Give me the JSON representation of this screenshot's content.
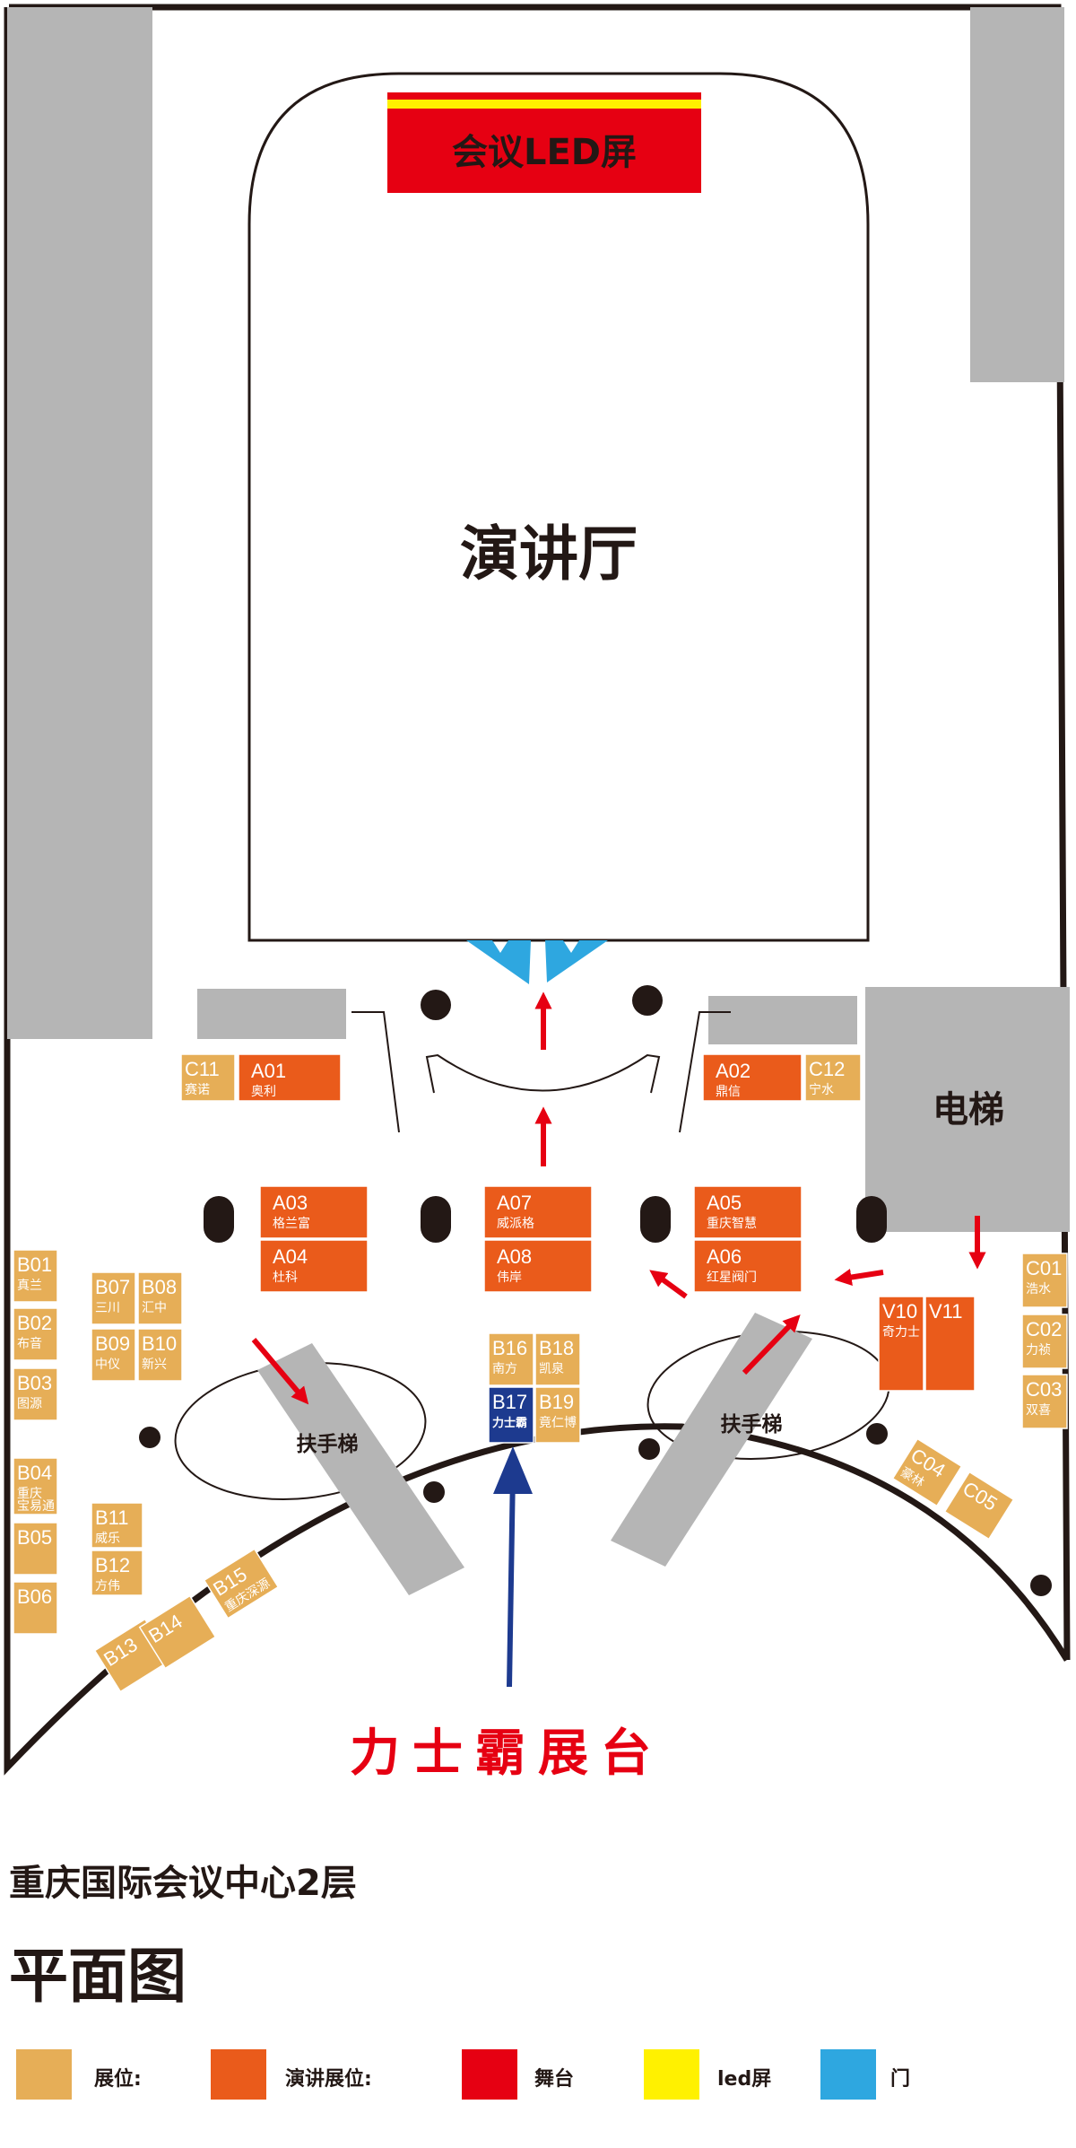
{
  "stage_led": "会议LED屏",
  "hall_label": "演讲厅",
  "elevator_label": "电梯",
  "escalator_left": "扶手梯",
  "escalator_right": "扶手梯",
  "callout": "力士霸展台",
  "venue_title": "重庆国际会议中心2层",
  "plan_title": "平面图",
  "colors": {
    "booth": "#E6AE57",
    "speech_booth": "#EA5B1B",
    "stage": "#E60012",
    "led": "#FFF100",
    "door": "#2EA7E0",
    "highlight_booth": "#1D3A8F",
    "grey_block": "#B5B5B5",
    "outline": "#231815"
  },
  "legend": [
    {
      "label": "展位:",
      "color": "#E6AE57",
      "icon": "booth-swatch"
    },
    {
      "label": "演讲展位:",
      "color": "#EA5B1B",
      "icon": "speech-booth-swatch"
    },
    {
      "label": "舞台",
      "color": "#E60012",
      "icon": "stage-swatch"
    },
    {
      "label": "led屏",
      "color": "#FFF100",
      "icon": "led-swatch"
    },
    {
      "label": "门",
      "color": "#2EA7E0",
      "icon": "door-swatch"
    }
  ],
  "booths": {
    "C11": {
      "code": "C11",
      "name": "赛诺"
    },
    "A01": {
      "code": "A01",
      "name": "奥利"
    },
    "A02": {
      "code": "A02",
      "name": "鼎信"
    },
    "C12": {
      "code": "C12",
      "name": "宁水"
    },
    "A03": {
      "code": "A03",
      "name": "格兰富"
    },
    "A04": {
      "code": "A04",
      "name": "杜科"
    },
    "A07": {
      "code": "A07",
      "name": "威派格"
    },
    "A08": {
      "code": "A08",
      "name": "伟岸"
    },
    "A05": {
      "code": "A05",
      "name": "重庆智慧"
    },
    "A06": {
      "code": "A06",
      "name": "红星阀门"
    },
    "B01": {
      "code": "B01",
      "name": "真兰"
    },
    "B02": {
      "code": "B02",
      "name": "布音"
    },
    "B03": {
      "code": "B03",
      "name": "图源"
    },
    "B04": {
      "code": "B04",
      "name": "重庆",
      "name2": "宝易通"
    },
    "B05": {
      "code": "B05",
      "name": ""
    },
    "B06": {
      "code": "B06",
      "name": ""
    },
    "B07": {
      "code": "B07",
      "name": "三川"
    },
    "B08": {
      "code": "B08",
      "name": "汇中"
    },
    "B09": {
      "code": "B09",
      "name": "中仪"
    },
    "B10": {
      "code": "B10",
      "name": "新兴"
    },
    "B11": {
      "code": "B11",
      "name": "威乐"
    },
    "B12": {
      "code": "B12",
      "name": "方伟"
    },
    "B13": {
      "code": "B13",
      "name": ""
    },
    "B14": {
      "code": "B14",
      "name": ""
    },
    "B15": {
      "code": "B15",
      "name": "重庆深源"
    },
    "B16": {
      "code": "B16",
      "name": "南方"
    },
    "B18": {
      "code": "B18",
      "name": "凯泉"
    },
    "B17": {
      "code": "B17",
      "name": "力士霸"
    },
    "B19": {
      "code": "B19",
      "name": "竟仁博"
    },
    "V10": {
      "code": "V10",
      "name": "奇力士"
    },
    "V11": {
      "code": "V11",
      "name": ""
    },
    "C01": {
      "code": "C01",
      "name": "浩水"
    },
    "C02": {
      "code": "C02",
      "name": "力祯"
    },
    "C03": {
      "code": "C03",
      "name": "双喜"
    },
    "C04": {
      "code": "C04",
      "name": "豪林"
    },
    "C05": {
      "code": "C05",
      "name": ""
    }
  }
}
